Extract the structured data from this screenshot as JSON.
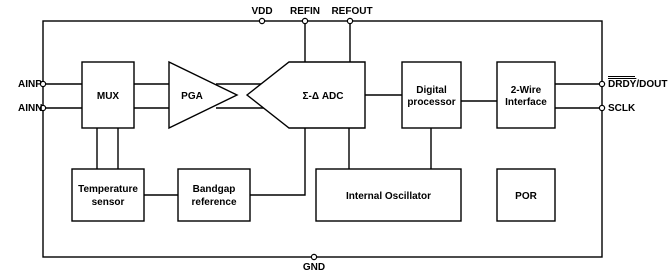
{
  "pins": {
    "vdd": "VDD",
    "refin": "REFIN",
    "refout": "REFOUT",
    "ainp": "AINP",
    "ainn": "AINN",
    "gnd": "GND",
    "drdy_dout_bar": "DRDY",
    "drdy_dout_rest": "/DOUT",
    "sclk": "SCLK"
  },
  "blocks": {
    "mux": "MUX",
    "pga": "PGA",
    "adc": "Σ-Δ ADC",
    "digital_line1": "Digital",
    "digital_line2": "processor",
    "wire_line1": "2-Wire",
    "wire_line2": "Interface",
    "temp_line1": "Temperature",
    "temp_line2": "sensor",
    "bandgap_line1": "Bandgap",
    "bandgap_line2": "reference",
    "oscillator": "Internal Oscillator",
    "por": "POR"
  }
}
